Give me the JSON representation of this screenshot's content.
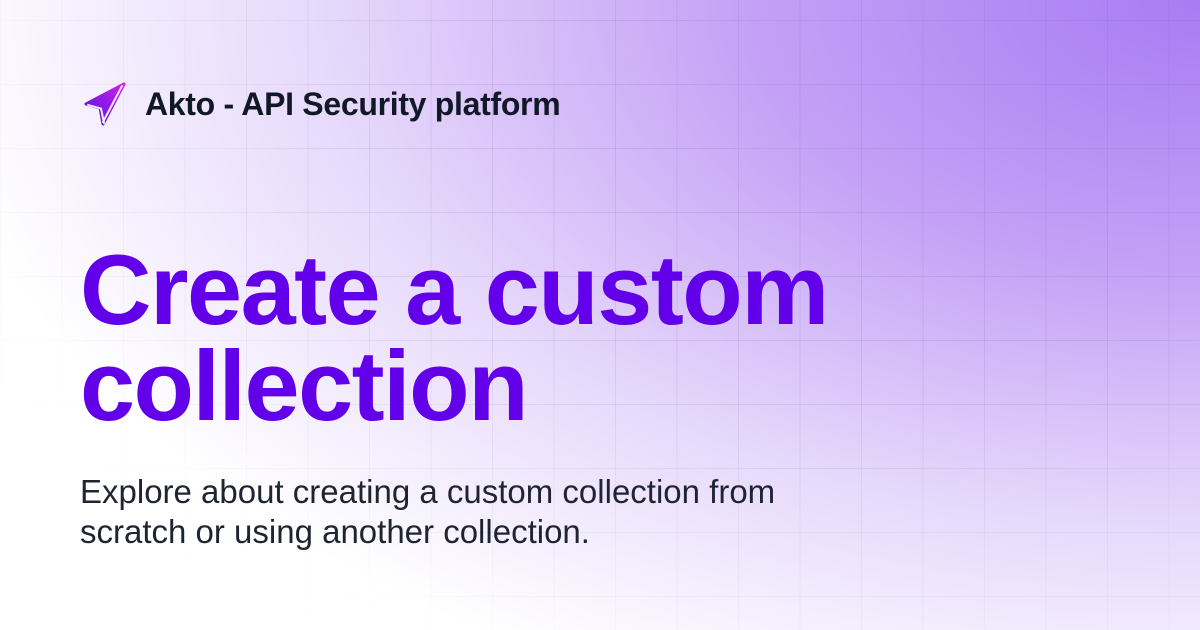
{
  "brand": {
    "logo_icon": "paper-plane-arrow-icon",
    "name": "Akto - API Security platform",
    "logo_gradient": [
      "#5b1fe0",
      "#c21cf0"
    ]
  },
  "hero": {
    "title": "Create a custom collection",
    "subtitle": "Explore about creating a custom collection from scratch or using another collection."
  },
  "colors": {
    "title": "#6200ea",
    "text": "#111827",
    "accent_gradient_top_right": "#a97bf3",
    "background": "#ffffff"
  }
}
